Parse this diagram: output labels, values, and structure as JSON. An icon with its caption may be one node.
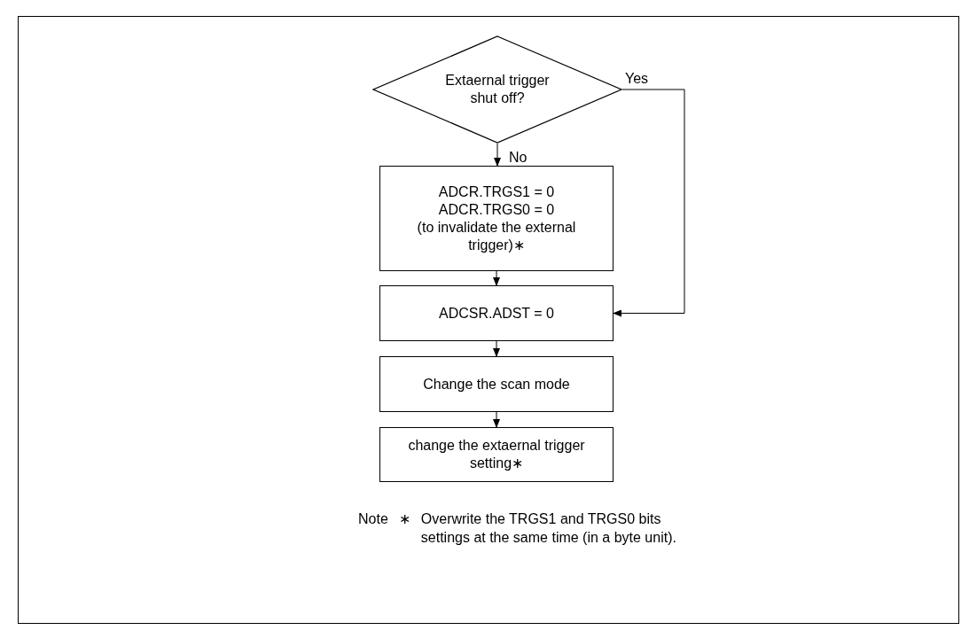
{
  "diagram": {
    "nodes": [
      {
        "text": [
          "Extaernal trigger shut off?"
        ]
      },
      {
        "text": [
          "ADCR.TRGS1 = 0",
          "ADCR.TRGS0 = 0",
          "(to invalidate the external trigger)∗"
        ]
      },
      {
        "text": [
          "ADCSR.ADST = 0"
        ]
      },
      {
        "text": [
          "Change the scan mode"
        ]
      },
      {
        "text": [
          "change the extaernal trigger setting∗"
        ]
      }
    ],
    "edges": [
      {
        "from": 0,
        "to": 1,
        "arrow": "to",
        "label": "No"
      },
      {
        "from": 0,
        "to": 2,
        "arrow": "to",
        "label": "Yes"
      },
      {
        "from": 1,
        "to": 2,
        "arrow": "to"
      },
      {
        "from": 2,
        "to": 3,
        "arrow": "to"
      },
      {
        "from": 3,
        "to": 4,
        "arrow": "to"
      }
    ],
    "labels": [
      "Note",
      "∗",
      "Overwrite the TRGS1 and TRGS0 bits settings at the same time (in a byte unit)."
    ]
  }
}
